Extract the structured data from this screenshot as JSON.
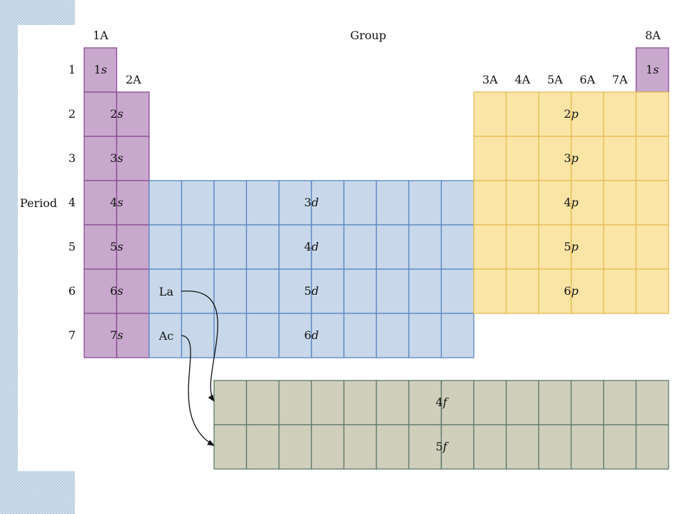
{
  "header": {
    "group_label": "Group",
    "period_label": "Period"
  },
  "groups": {
    "first": "1A",
    "second": "2A",
    "last": "8A",
    "p_block": [
      "3A",
      "4A",
      "5A",
      "6A",
      "7A"
    ]
  },
  "periods": [
    "1",
    "2",
    "3",
    "4",
    "5",
    "6",
    "7"
  ],
  "blocks": {
    "s": {
      "color": "#c8a9cd",
      "stroke": "#8a4b94",
      "labels": [
        {
          "prefix": "1",
          "letter": "s"
        },
        {
          "prefix": "2",
          "letter": "s"
        },
        {
          "prefix": "3",
          "letter": "s"
        },
        {
          "prefix": "4",
          "letter": "s"
        },
        {
          "prefix": "5",
          "letter": "s"
        },
        {
          "prefix": "6",
          "letter": "s"
        },
        {
          "prefix": "7",
          "letter": "s"
        }
      ],
      "helium": {
        "prefix": "1",
        "letter": "s"
      }
    },
    "d": {
      "color": "#c8d8ea",
      "stroke": "#5a86bf",
      "labels": [
        {
          "prefix": "3",
          "letter": "d"
        },
        {
          "prefix": "4",
          "letter": "d"
        },
        {
          "prefix": "5",
          "letter": "d"
        },
        {
          "prefix": "6",
          "letter": "d"
        }
      ],
      "lanthanum": "La",
      "actinium": "Ac"
    },
    "p": {
      "color": "#fbe5a6",
      "stroke": "#e4bd55",
      "labels": [
        {
          "prefix": "2",
          "letter": "p"
        },
        {
          "prefix": "3",
          "letter": "p"
        },
        {
          "prefix": "4",
          "letter": "p"
        },
        {
          "prefix": "5",
          "letter": "p"
        },
        {
          "prefix": "6",
          "letter": "p"
        }
      ]
    },
    "f": {
      "color": "#d0cfbc",
      "stroke": "#5e7a6a",
      "labels": [
        {
          "prefix": "4",
          "letter": "f"
        },
        {
          "prefix": "5",
          "letter": "f"
        }
      ]
    }
  },
  "colors": {
    "text": "#111111",
    "arrow": "#111111"
  }
}
